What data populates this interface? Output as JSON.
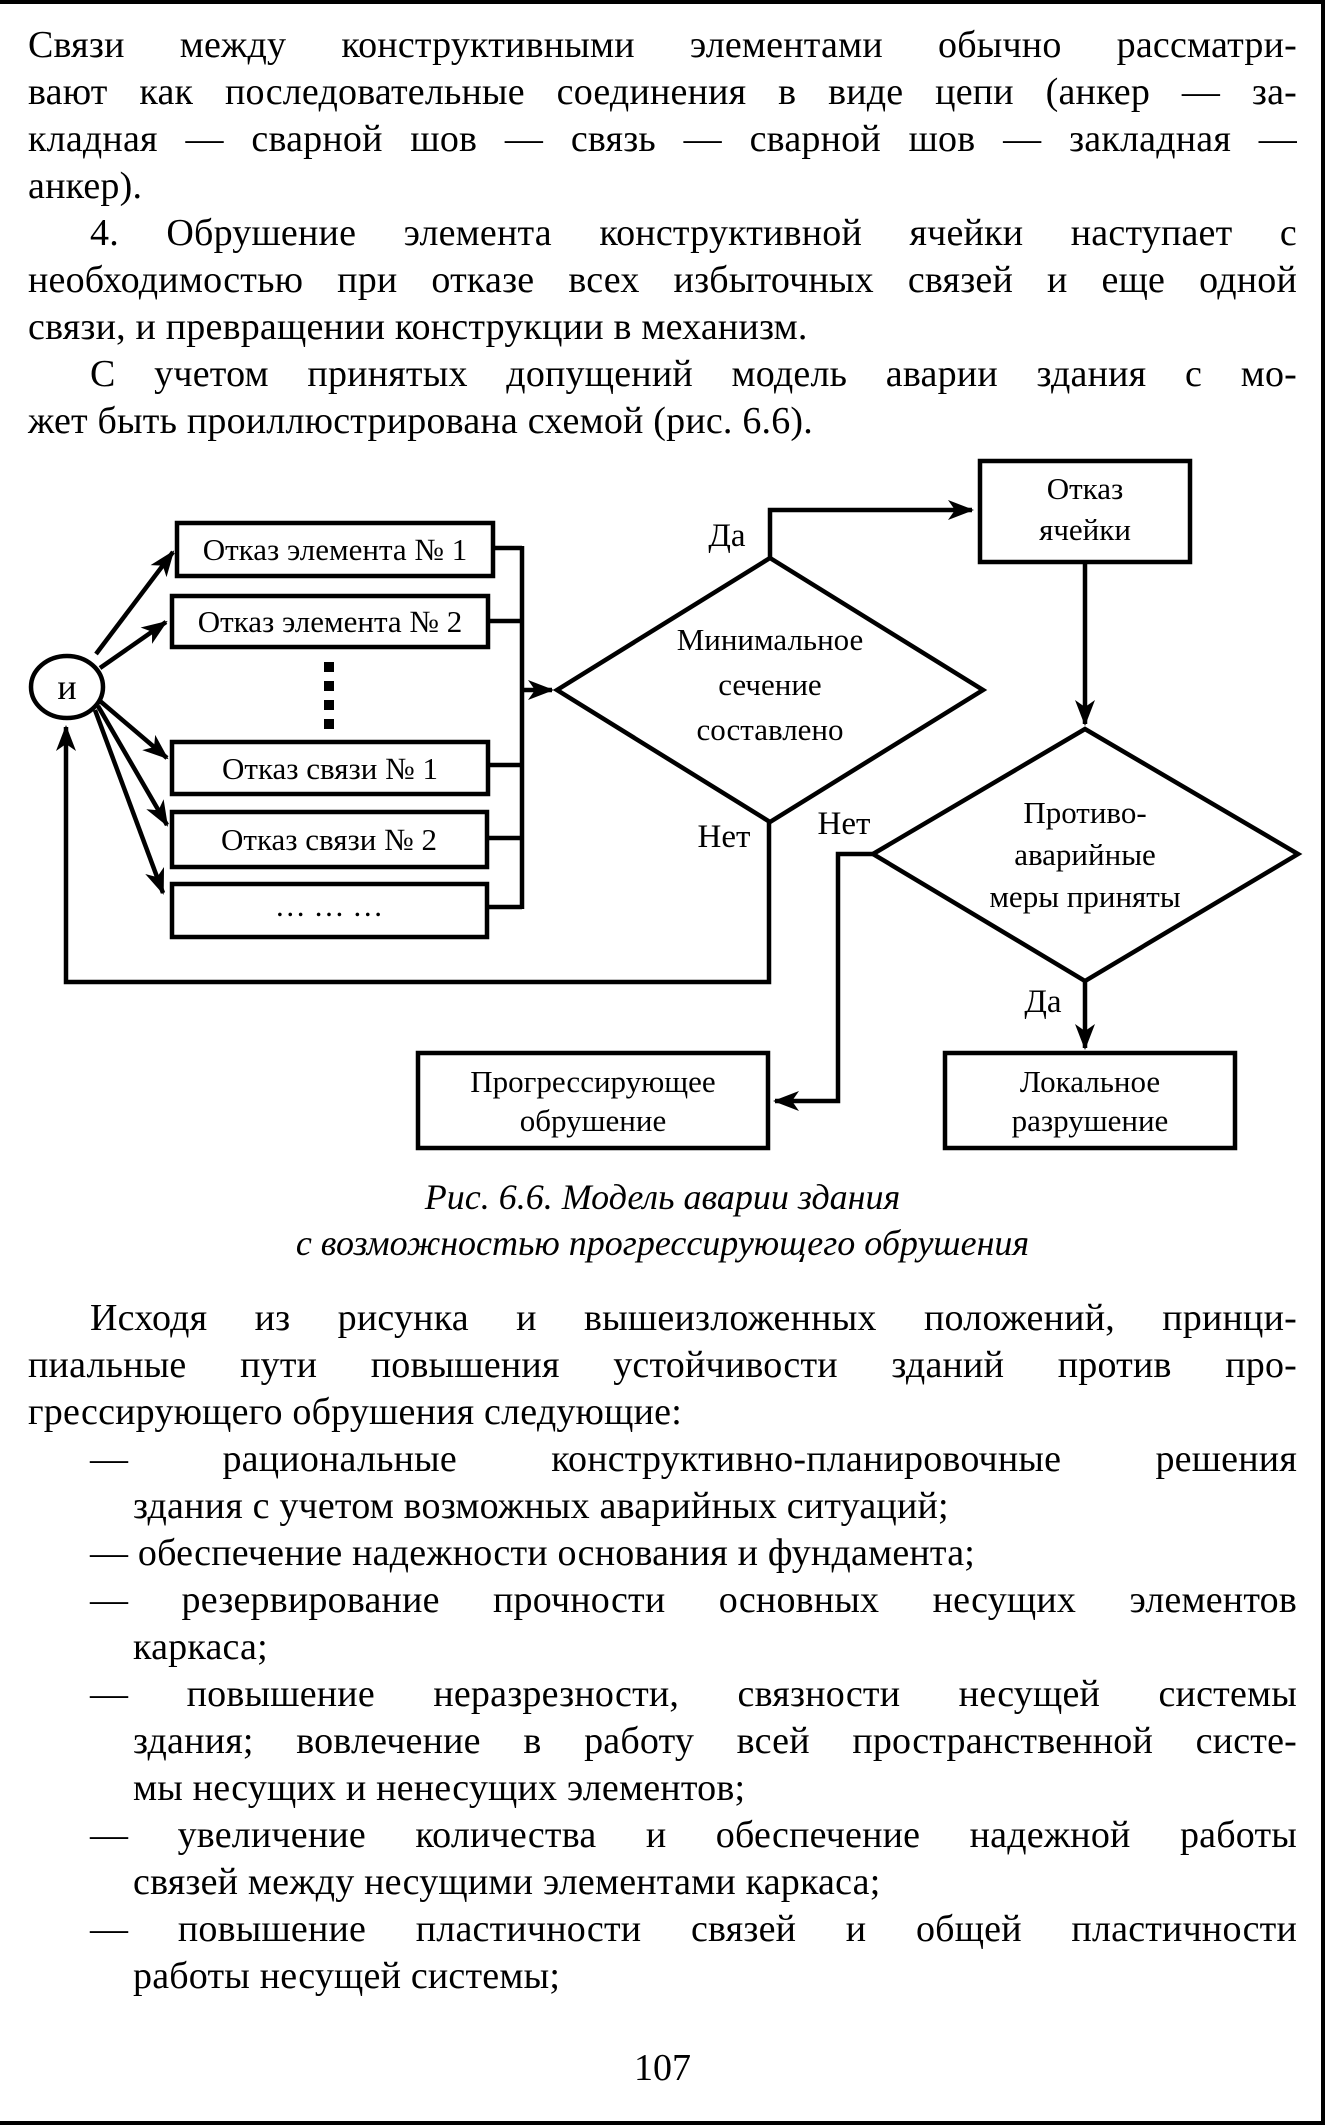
{
  "page": {
    "number": "107"
  },
  "text_top": {
    "lines": [
      {
        "text": "Связи между конструктивными элементами обычно рассматри-"
      },
      {
        "text": "вают как последовательные соединения в виде цепи (анкер — за-"
      },
      {
        "text": "кладная — сварной шов — связь — сварной шов — закладная —"
      },
      {
        "text": "анкер)."
      },
      {
        "text": "4. Обрушение элемента конструктивной ячейки наступает с"
      },
      {
        "text": "необходимостью при отказе всех избыточных связей и еще одной"
      },
      {
        "text": "связи, и превращении конструкции в механизм."
      },
      {
        "text": "С учетом принятых допущений модель аварии здания с мо-"
      },
      {
        "text": "жет быть проиллюстрирована схемой (рис. 6.6)."
      }
    ]
  },
  "figure": {
    "caption_line1": "Рис. 6.6. Модель аварии здания",
    "caption_line2": "с возможностью прогрессирующего обрушения",
    "diagram": {
      "and_gate": "и",
      "event_boxes": [
        "Отказ элемента № 1",
        "Отказ элемента № 2",
        "Отказ связи № 1",
        "Отказ связи № 2",
        "… … …"
      ],
      "decision_min_section": {
        "line1": "Минимальное",
        "line2": "сечение",
        "line3": "составлено"
      },
      "box_cell_failure": {
        "line1": "Отказ",
        "line2": "ячейки"
      },
      "decision_measures": {
        "line1": "Противо-",
        "line2": "аварийные",
        "line3": "меры приняты"
      },
      "box_progressive": {
        "line1": "Прогрессирующее",
        "line2": "обрушение"
      },
      "box_local": {
        "line1": "Локальное",
        "line2": "разрушение"
      },
      "label_yes_1": "Да",
      "label_no_1": "Нет",
      "label_no_2": "Нет",
      "label_yes_2": "Да"
    }
  },
  "text_bottom": {
    "lines": [
      {
        "text": "Исходя из рисунка и вышеизложенных положений, принци-"
      },
      {
        "text": "пиальные пути повышения устойчивости зданий против про-"
      },
      {
        "text": "грессирующего обрушения следующие:"
      },
      {
        "text": "— рациональные конструктивно-планировочные решения"
      },
      {
        "text": "здания с учетом возможных аварийных ситуаций;"
      },
      {
        "text": "— обеспечение надежности основания и фундамента;"
      },
      {
        "text": "— резервирование прочности основных несущих элементов"
      },
      {
        "text": "каркаса;"
      },
      {
        "text": "— повышение неразрезности, связности несущей системы"
      },
      {
        "text": "здания; вовлечение в работу всей пространственной систе-"
      },
      {
        "text": "мы несущих и ненесущих элементов;"
      },
      {
        "text": "— увеличение количества и обеспечение надежной работы"
      },
      {
        "text": "связей между несущими элементами каркаса;"
      },
      {
        "text": "— повышение пластичности связей и общей пластичности"
      },
      {
        "text": "работы несущей системы;"
      }
    ]
  }
}
